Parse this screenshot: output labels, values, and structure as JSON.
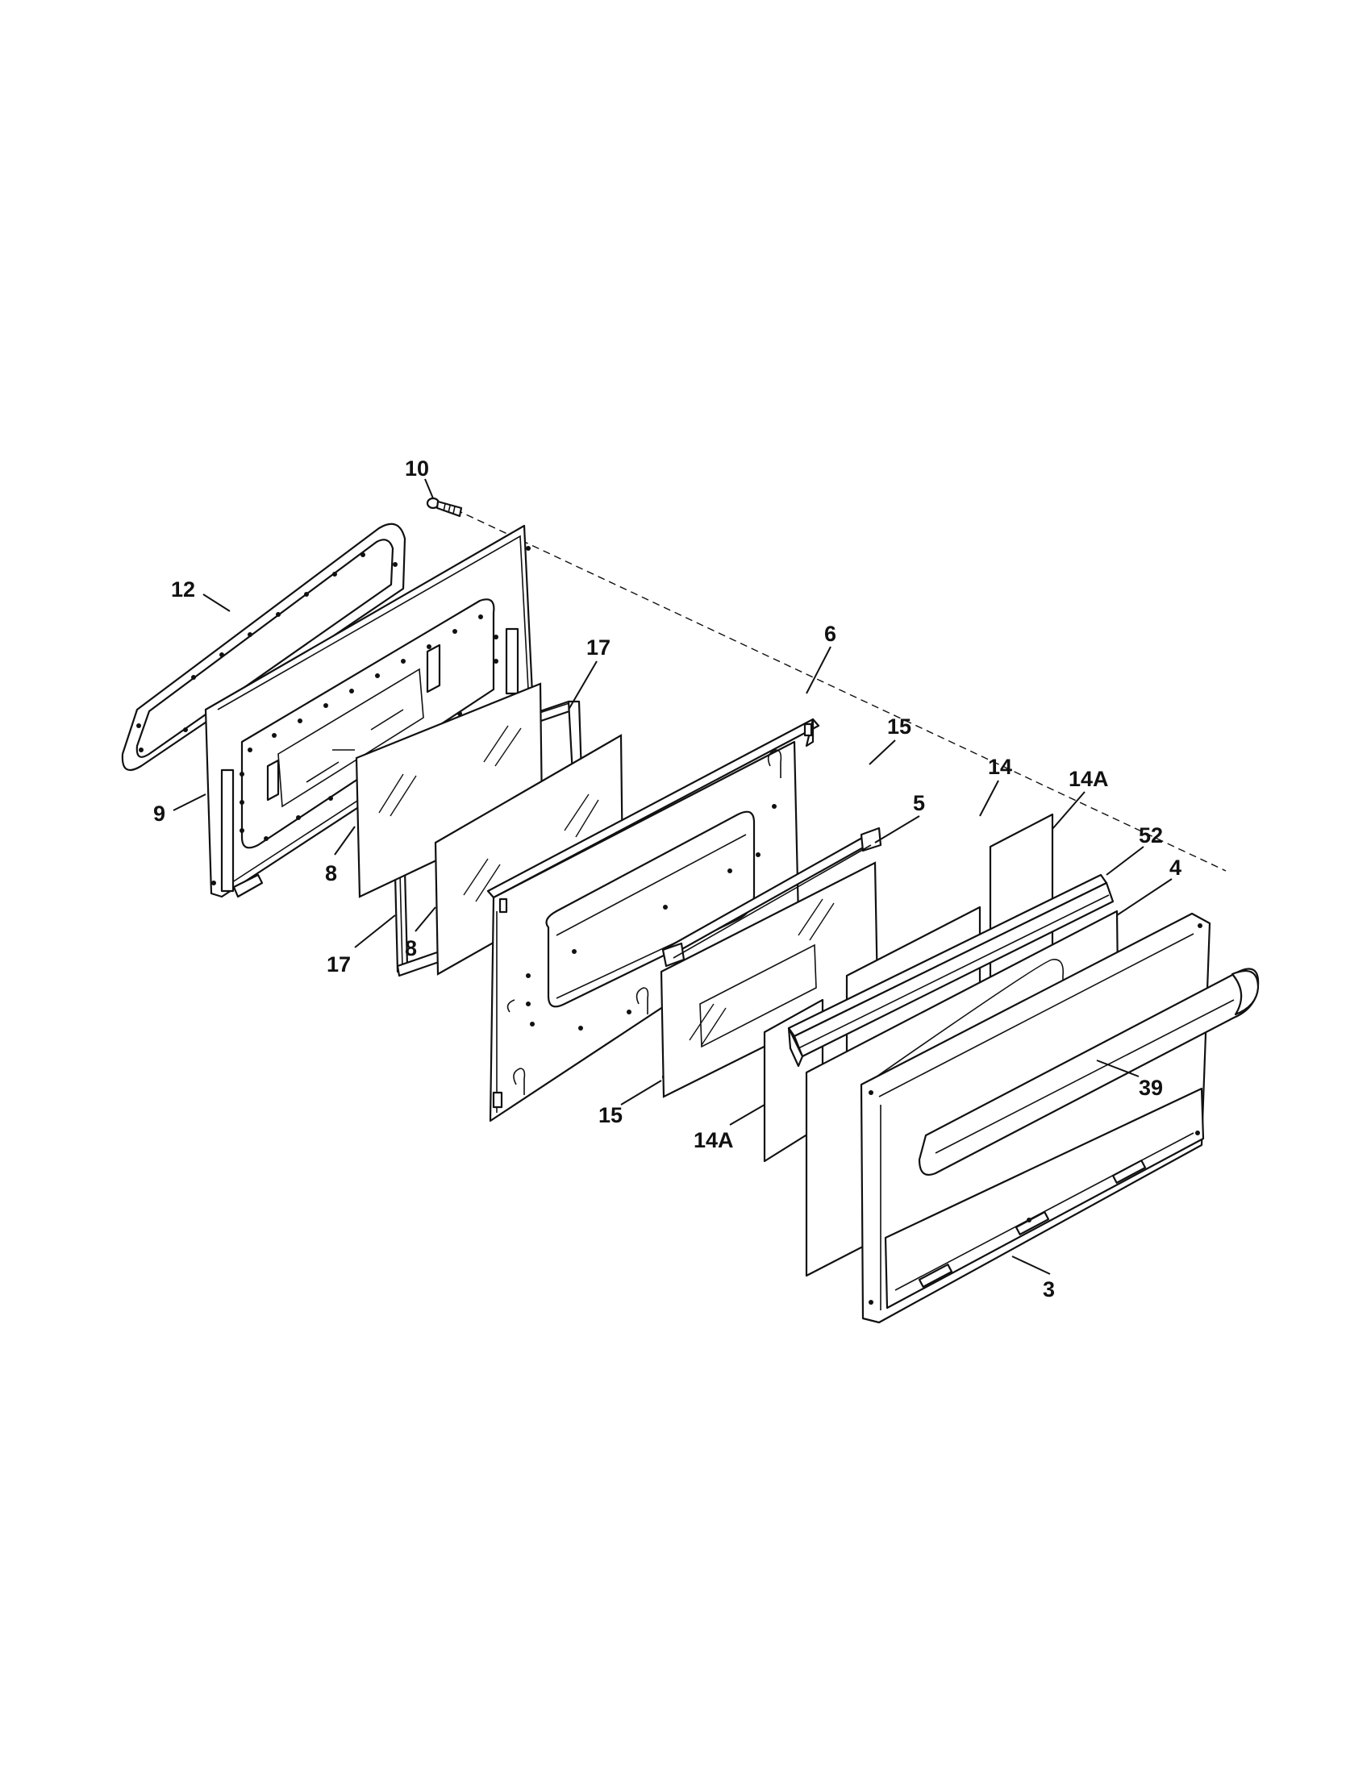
{
  "callouts": {
    "c10": "10",
    "c12": "12",
    "c9": "9",
    "c8a": "8",
    "c17a": "17",
    "c17b": "17",
    "c8b": "8",
    "c6": "6",
    "c15a": "15",
    "c5": "5",
    "c14": "14",
    "c14a1": "14A",
    "c52": "52",
    "c4": "4",
    "c39": "39",
    "c15b": "15",
    "c14a2": "14A",
    "c3": "3"
  },
  "colors": {
    "line": "#111111",
    "background": "#ffffff"
  }
}
